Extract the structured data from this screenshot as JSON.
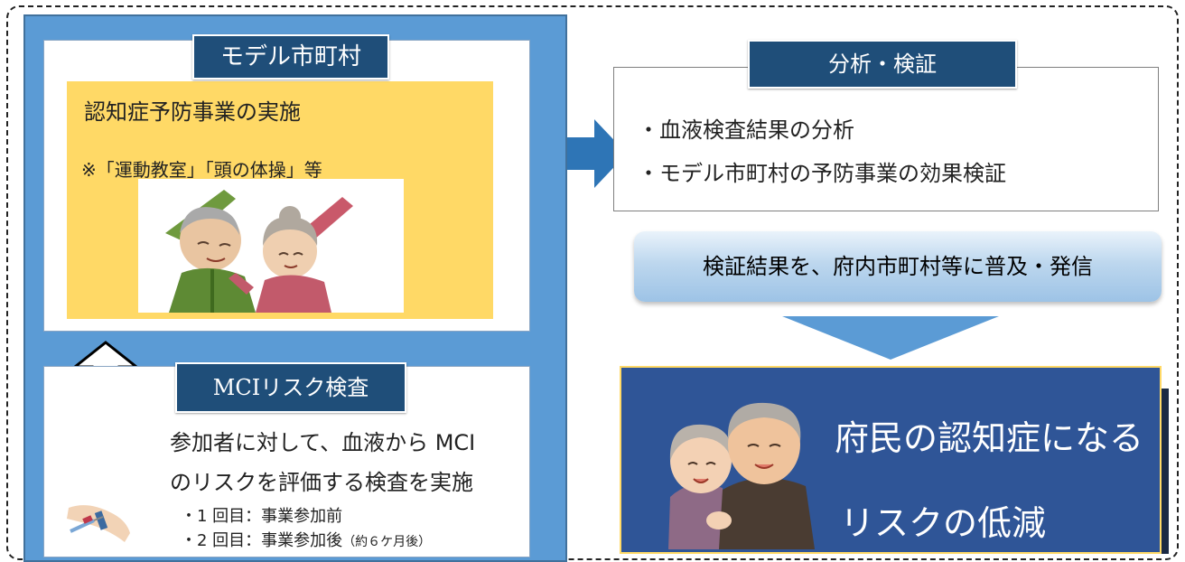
{
  "model": {
    "title": "モデル市町村",
    "prevention_title": "認知症予防事業の実施",
    "prevention_note": "※「運動教室」「頭の体操」等"
  },
  "mci": {
    "title": "MCIリスク検査",
    "desc_line1": "参加者に対して、血液から MCI",
    "desc_line2": "のリスクを評価する検査を実施",
    "item1": "・1 回目：事業参加前",
    "item2": "・2 回目：事業参加後",
    "item2_note": "（約６ケ月後）"
  },
  "analysis": {
    "title": "分析・検証",
    "items": [
      "・血液検査結果の分析",
      "・モデル市町村の予防事業の効果検証"
    ]
  },
  "dissemination": "検証結果を、府内市町村等に普及・発信",
  "result": {
    "line1": "府民の認知症になる",
    "line2": "リスクの低減"
  },
  "icons": {
    "exercise": "exercise-illustration-icon",
    "blood_test": "blood-test-arm-icon",
    "elderly_couple": "elderly-couple-illustration-icon"
  },
  "colors": {
    "panel_blue": "#5b9bd5",
    "title_navy": "#1f4e79",
    "highlight_yellow": "#ffd966",
    "result_blue": "#2f5597"
  }
}
